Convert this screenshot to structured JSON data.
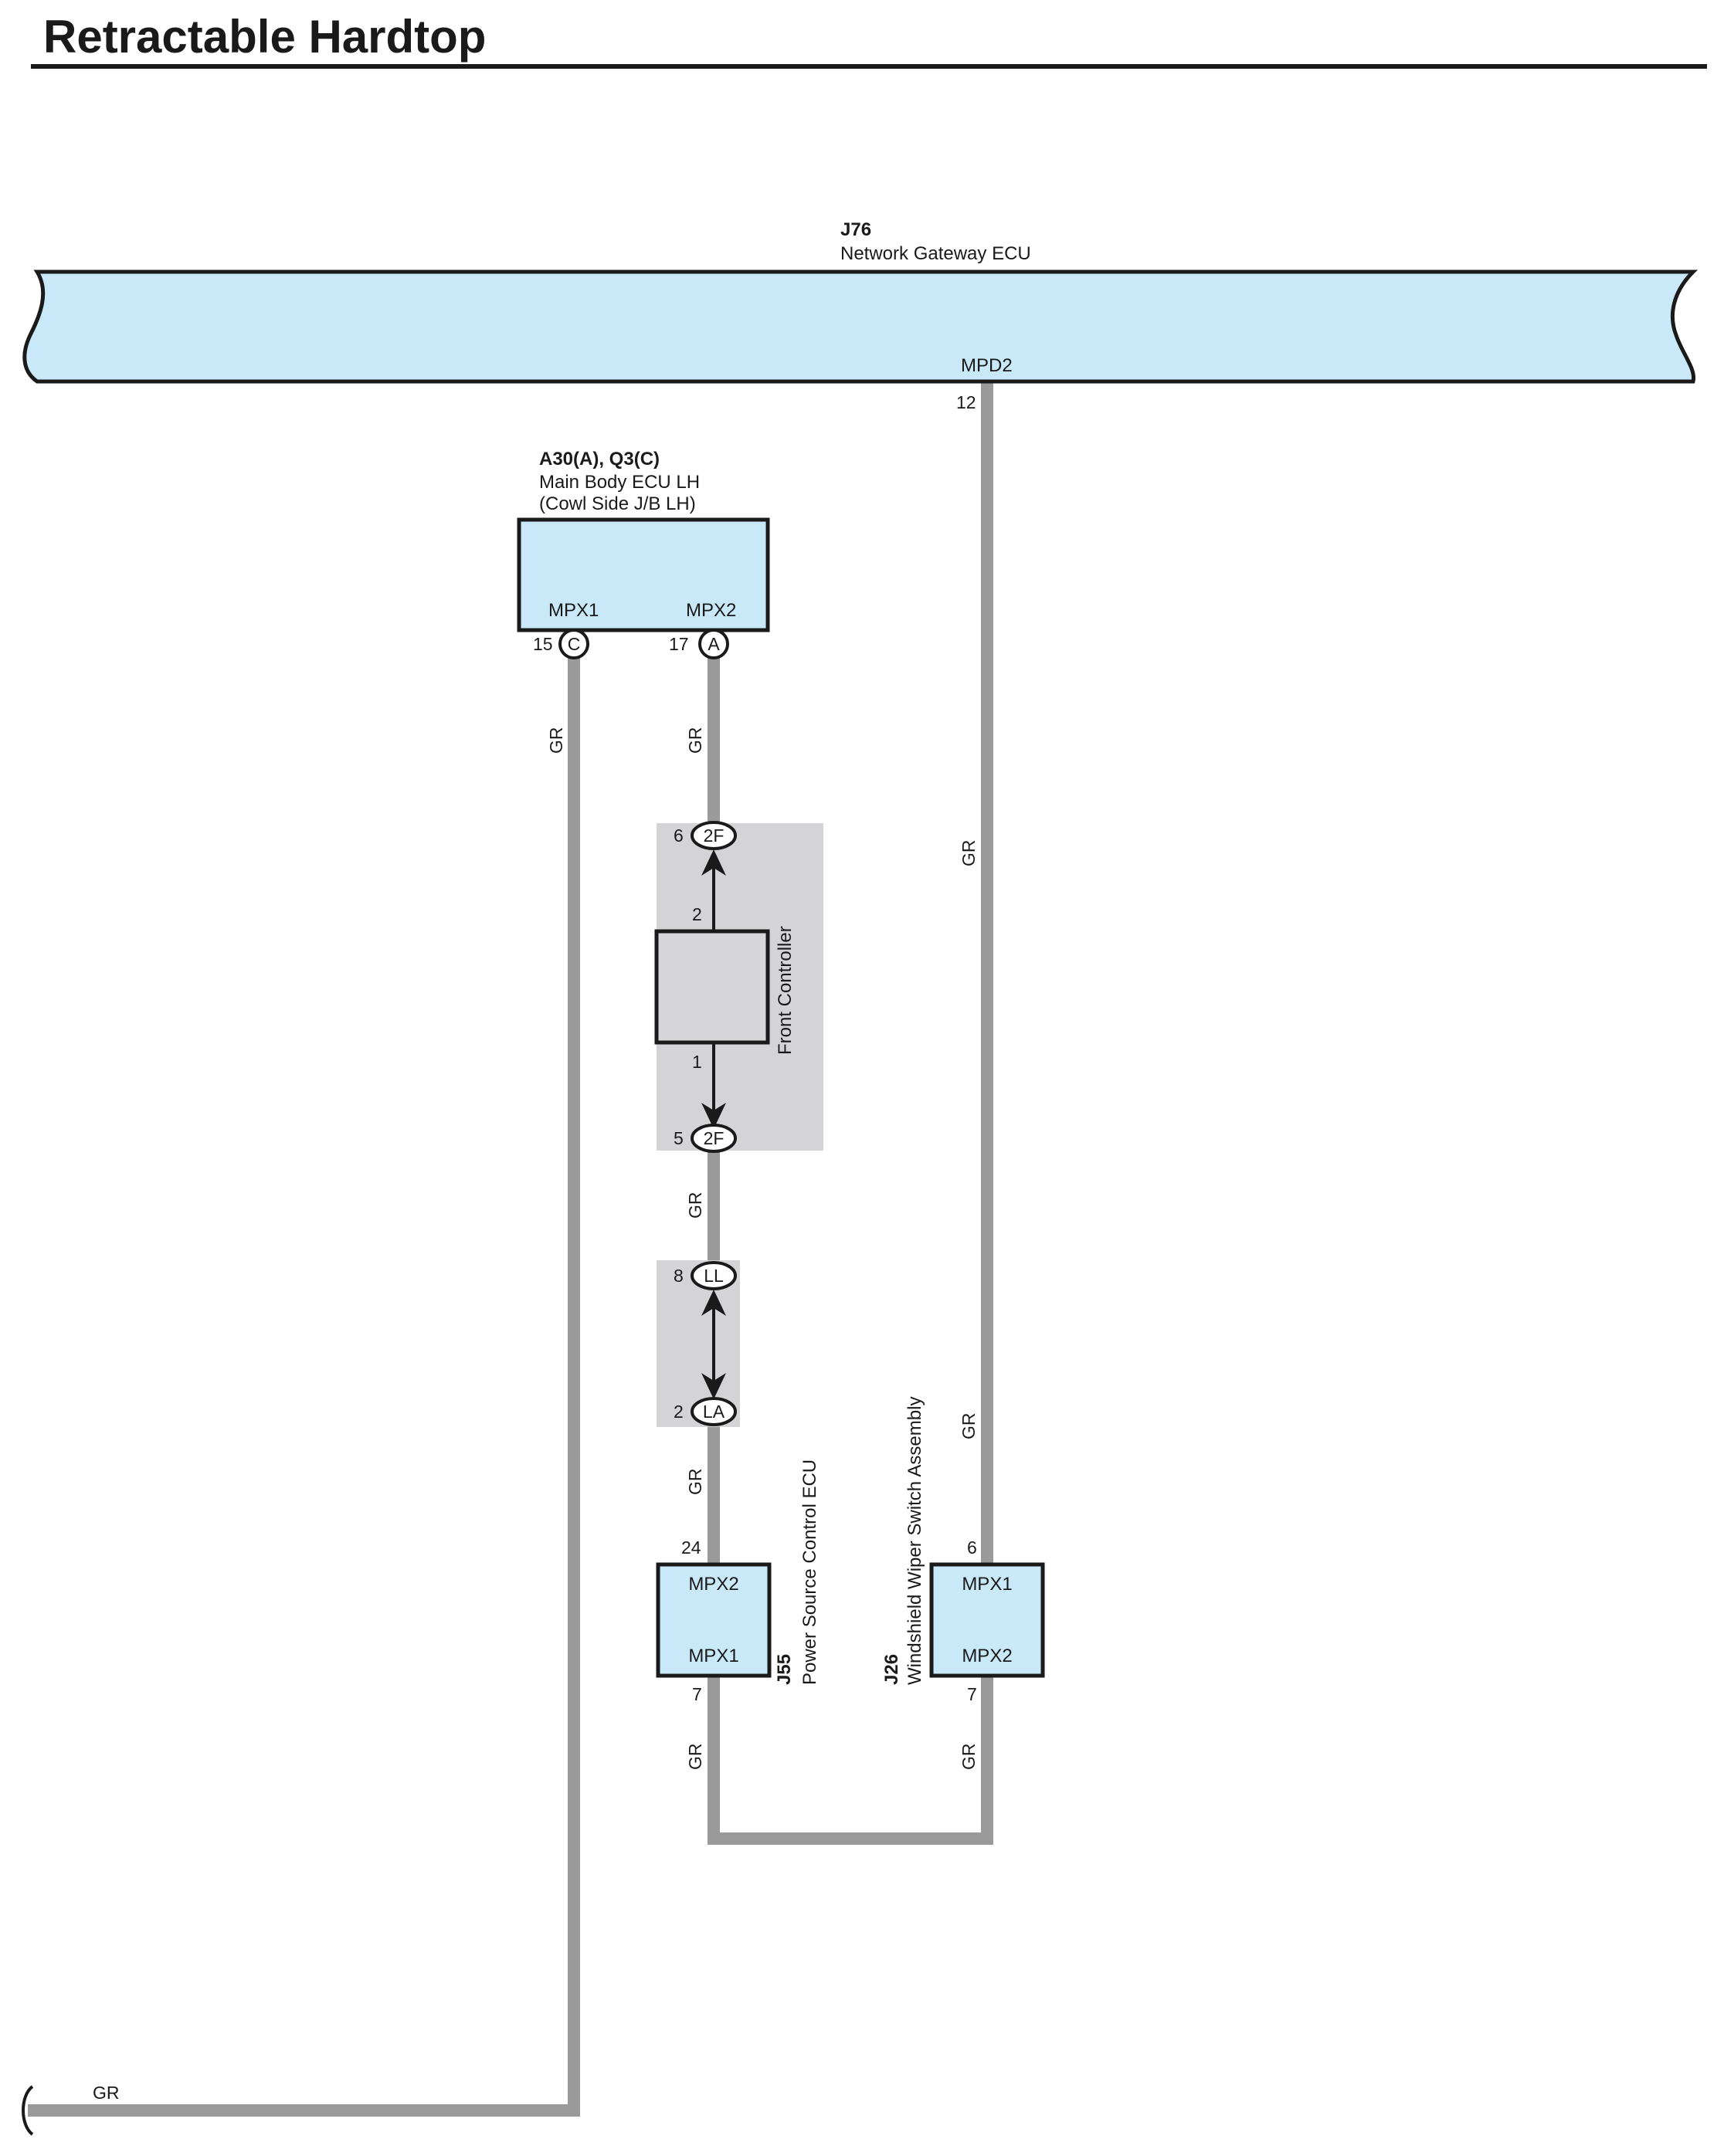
{
  "title": "Retractable Hardtop",
  "colors": {
    "ecu_fill": "#c9e9f9",
    "wire": "#9a9a9a",
    "shade": "#d4d4d6",
    "line": "#1a1a1a"
  },
  "gateway": {
    "code": "J76",
    "name": "Network Gateway ECU",
    "terminal_label": "MPD2",
    "pin": "12"
  },
  "main_body_ecu": {
    "code": "A30(A), Q3(C)",
    "name_line1": "Main Body ECU LH",
    "name_line2": "(Cowl Side J/B LH)",
    "term_left": "MPX1",
    "term_right": "MPX2",
    "pin_left": "15",
    "conn_left": "C",
    "pin_right": "17",
    "conn_right": "A"
  },
  "front_controller": {
    "name": "Front Controller",
    "top_pin": "6",
    "top_conn": "2F",
    "inner_top": "2",
    "inner_bottom": "1",
    "bottom_pin": "5",
    "bottom_conn": "2F"
  },
  "junction": {
    "top_pin": "8",
    "top_conn": "LL",
    "bottom_pin": "2",
    "bottom_conn": "LA"
  },
  "power_source_ecu": {
    "code": "J55",
    "name": "Power Source Control ECU",
    "term_top": "MPX2",
    "term_bottom": "MPX1",
    "pin_top": "24",
    "pin_bottom": "7"
  },
  "wiper_switch": {
    "code": "J26",
    "name": "Windshield Wiper Switch Assembly",
    "term_top": "MPX1",
    "term_bottom": "MPX2",
    "pin_top": "6",
    "pin_bottom": "7"
  },
  "wire_colors": {
    "w1": "GR",
    "w2": "GR",
    "w3": "GR",
    "w4": "GR",
    "w5": "GR",
    "w6": "GR",
    "w7": "GR",
    "w8": "GR",
    "w9": "GR"
  }
}
